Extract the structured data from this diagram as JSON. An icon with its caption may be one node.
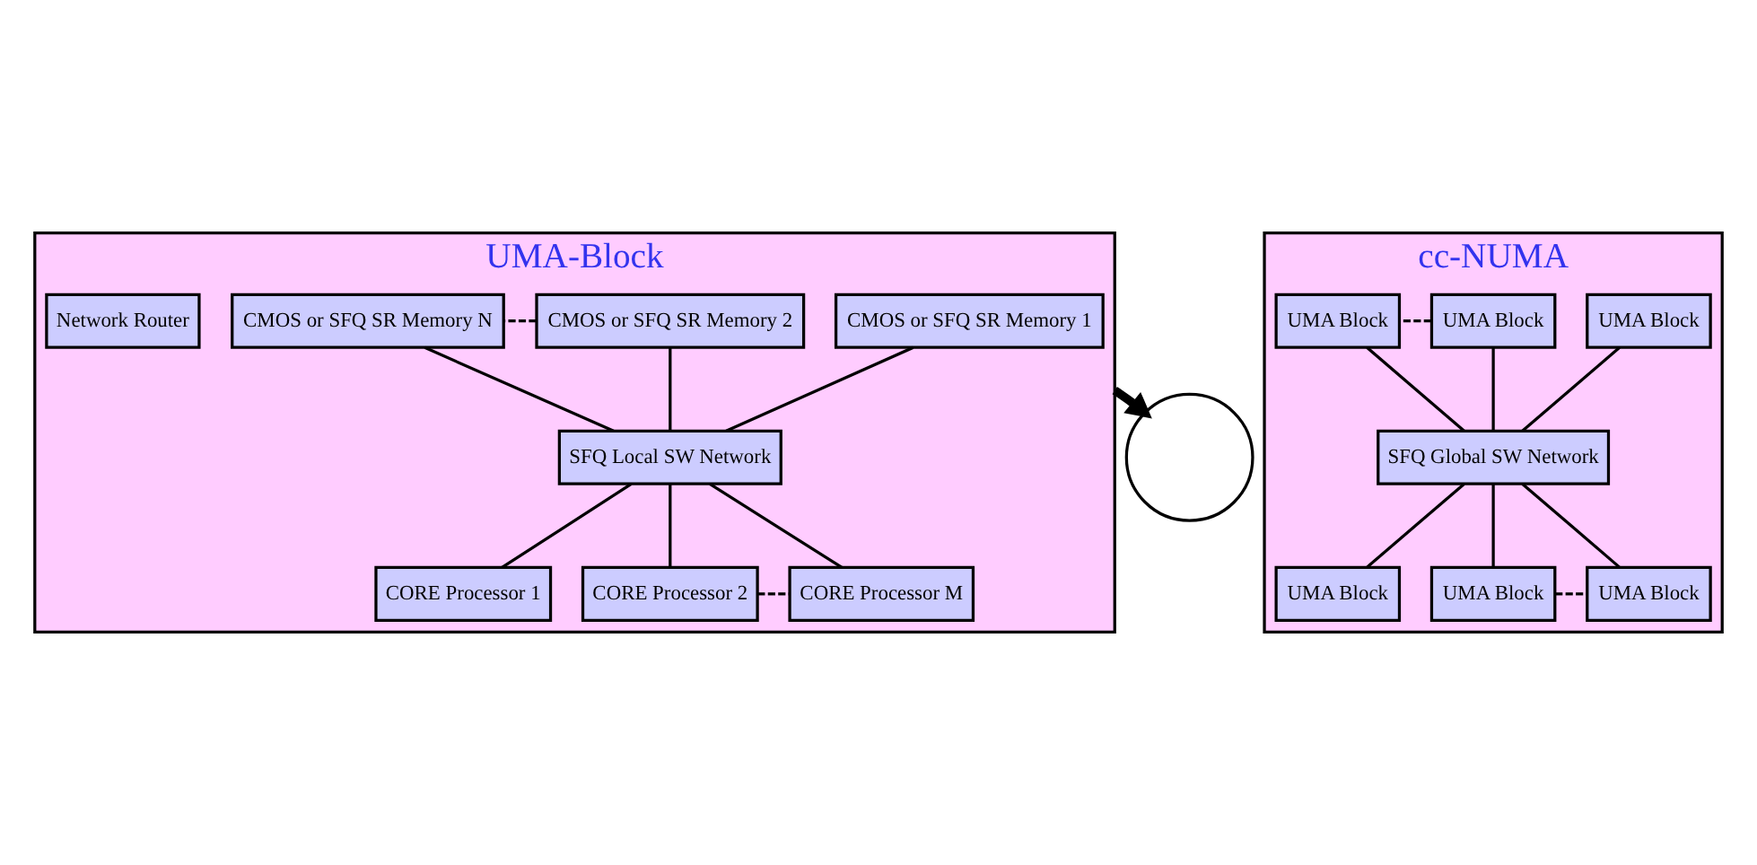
{
  "diagram": {
    "nodes": [
      {
        "text": [
          "UMA-Block"
        ]
      },
      {
        "text": [
          "CMOS or SFQ SR Memory 1"
        ],
        "in": 0
      },
      {
        "text": [
          "CMOS or SFQ SR Memory 2"
        ],
        "in": 0
      },
      {
        "text": [
          "CMOS or SFQ SR Memory N"
        ],
        "in": 0
      },
      {
        "text": [
          "Network Router"
        ],
        "in": 0
      },
      {
        "text": [
          "SFQ Local SW Network"
        ],
        "in": 0
      },
      {
        "text": [
          "CORE Processor 1"
        ],
        "in": 0
      },
      {
        "text": [
          "CORE Processor 2"
        ],
        "in": 0
      },
      {
        "text": [
          "CORE Processor M"
        ],
        "in": 0
      },
      {
        "text": [
          "cc-NUMA"
        ]
      },
      {
        "text": [
          "UMA Block"
        ],
        "in": 9
      },
      {
        "text": [
          "UMA Block"
        ],
        "in": 9
      },
      {
        "text": [
          "UMA Block"
        ],
        "in": 9
      },
      {
        "text": [
          "SFQ Global SW Network"
        ],
        "in": 9
      },
      {
        "text": [
          "UMA Block"
        ],
        "in": 9
      },
      {
        "text": [
          "UMA Block"
        ],
        "in": 9
      },
      {
        "text": [
          "UMA Block"
        ],
        "in": 9
      },
      {
        "text": [],
        "shape": "circle"
      }
    ],
    "edges": [
      {
        "from": 1,
        "to": 5,
        "arrow": "none"
      },
      {
        "from": 2,
        "to": 5,
        "arrow": "none"
      },
      {
        "from": 3,
        "to": 5,
        "arrow": "none"
      },
      {
        "from": 2,
        "to": 3,
        "arrow": "none",
        "style": "dashed"
      },
      {
        "from": 5,
        "to": 6,
        "arrow": "none"
      },
      {
        "from": 5,
        "to": 7,
        "arrow": "none"
      },
      {
        "from": 5,
        "to": 8,
        "arrow": "none"
      },
      {
        "from": 7,
        "to": 8,
        "arrow": "none",
        "style": "dashed"
      },
      {
        "from": 0,
        "to": 17,
        "arrow": "to",
        "style": "thick"
      },
      {
        "from": 10,
        "to": 13,
        "arrow": "none"
      },
      {
        "from": 11,
        "to": 13,
        "arrow": "none"
      },
      {
        "from": 12,
        "to": 13,
        "arrow": "none"
      },
      {
        "from": 11,
        "to": 12,
        "arrow": "none",
        "style": "dashed"
      },
      {
        "from": 13,
        "to": 14,
        "arrow": "none"
      },
      {
        "from": 13,
        "to": 15,
        "arrow": "none"
      },
      {
        "from": 13,
        "to": 16,
        "arrow": "none"
      },
      {
        "from": 15,
        "to": 16,
        "arrow": "none",
        "style": "dashed"
      }
    ]
  }
}
